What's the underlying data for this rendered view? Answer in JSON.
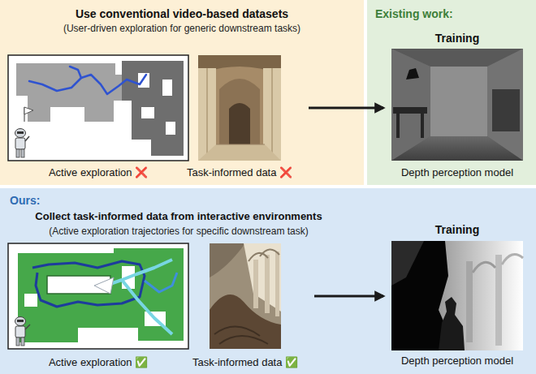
{
  "diagram": {
    "nodes": [
      {
        "text": [
          "Use conventional video-based datasets",
          "(User-driven exploration for generic downstream tasks)"
        ]
      },
      {
        "text": [
          "Active exploration ❌"
        ],
        "in": 0
      },
      {
        "text": [
          "Task-informed data ❌"
        ],
        "in": 0
      },
      {
        "text": [
          "Existing work:"
        ]
      },
      {
        "text": [
          "Training",
          "Depth perception model"
        ],
        "in": 3
      },
      {
        "text": [
          "Ours:",
          "Collect task-informed data from interactive environments",
          "(Active exploration trajectories for specific downstream task)"
        ]
      },
      {
        "text": [
          "Active exploration ✅"
        ],
        "in": 5
      },
      {
        "text": [
          "Task-informed data ✅"
        ],
        "in": 5
      },
      {
        "text": [
          "Training",
          "Depth perception model"
        ],
        "in": 5
      }
    ],
    "edges": [
      {
        "from": 2,
        "to": 4,
        "arrow": "to"
      },
      {
        "from": 7,
        "to": 8,
        "arrow": "to"
      }
    ]
  }
}
